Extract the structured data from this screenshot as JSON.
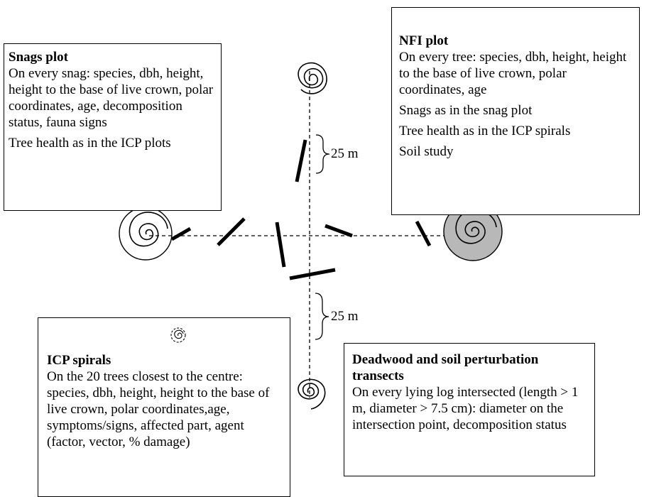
{
  "boxes": {
    "snags": {
      "title": "Snags plot",
      "para1": "On every snag: species, dbh, height, height to the base of live crown, polar coordinates, age, decomposition status, fauna signs",
      "para2": "Tree health as in the ICP plots"
    },
    "nfi": {
      "title": "NFI plot",
      "para1": "On every tree: species, dbh, height, height to the base of live crown, polar coordinates, age",
      "para2": "Snags as in the snag plot",
      "para3": "Tree health as in the ICP spirals",
      "para4": "Soil study"
    },
    "icp": {
      "title": "ICP spirals",
      "para1": "On the 20 trees closest to the centre: species, dbh, height, height to the base of live crown, polar coordinates,age, symptoms/signs, affected part, agent (factor, vector, % damage)"
    },
    "deadwood": {
      "title": "Deadwood and soil perturbation transects",
      "para1": "On every lying log intersected (length > 1 m, diameter > 7.5 cm): diameter on the intersection point, decomposition status"
    }
  },
  "dimensions": {
    "upper": "25 m",
    "lower": "25 m"
  },
  "colors": {
    "nfi_fill": "#b8b8b8",
    "line": "#000000"
  }
}
